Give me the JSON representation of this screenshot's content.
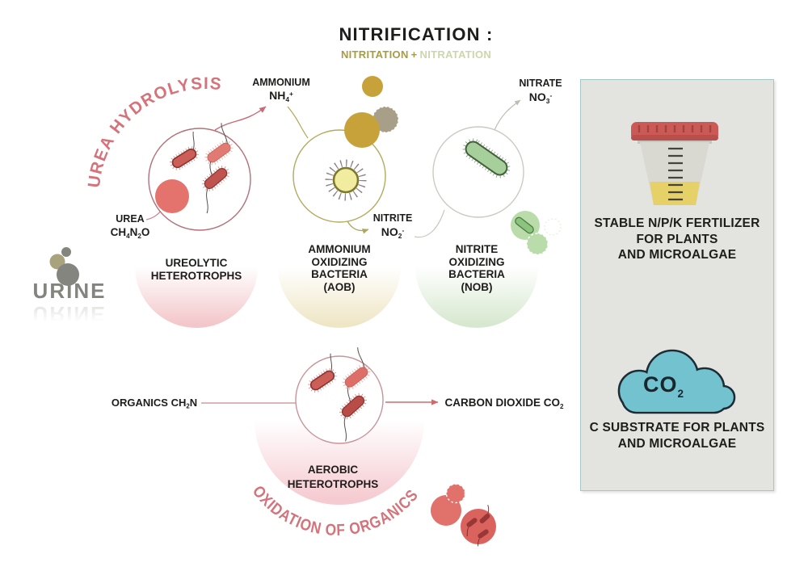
{
  "title": {
    "main": "NITRIFICATION :",
    "nitritation": "NITRITATION",
    "plus": "+",
    "nitratation": "NITRATATION"
  },
  "arcs": {
    "urea_hydrolysis": "UREA HYDROLYSIS",
    "oxidation_organics": "OXIDATION OF ORGANICS"
  },
  "urine": {
    "label": "URINE"
  },
  "labels": {
    "ammonium": "AMMONIUM",
    "nitrite_mid": "NITRITE",
    "nitrate": "NITRATE",
    "urea": "UREA",
    "organics_p1": "ORGANICS CH",
    "organics_s1": "2",
    "organics_p2": "N",
    "carbon_p1": "CARBON DIOXIDE CO",
    "carbon_s1": "2"
  },
  "formulas": {
    "nh4": {
      "base": "NH",
      "sub": "4",
      "sup": "+"
    },
    "no2": {
      "base": "NO",
      "sub": "2",
      "sup": "-"
    },
    "no3": {
      "base": "NO",
      "sub": "3",
      "sup": "-"
    },
    "urea": {
      "p1": "CH",
      "s1": "4",
      "p2": "N",
      "s2": "2",
      "p3": "O"
    }
  },
  "groups": {
    "ureolytic": [
      "UREOLYTIC",
      "HETEROTROPHS"
    ],
    "aob": [
      "AMMONIUM",
      "OXIDIZING",
      "BACTERIA",
      "(AOB)"
    ],
    "nob": [
      "NITRITE",
      "OXIDIZING",
      "BACTERIA",
      "(NOB)"
    ],
    "aerobic": [
      "AEROBIC",
      "HETEROTROPHS"
    ]
  },
  "panel": {
    "fertilizer": [
      "STABLE N/P/K FERTILIZER",
      "FOR PLANTS",
      "AND MICROALGAE"
    ],
    "substrate": [
      "C SUBSTRATE FOR PLANTS",
      "AND MICROALGAE"
    ],
    "cloud": {
      "p1": "CO",
      "s1": "2"
    }
  },
  "colors": {
    "accent_coral": "#d5737b",
    "gold_text": "#ab9b3c",
    "pale_green_text": "#cbd7a9",
    "olive_circle": "#b3ab5e",
    "rose_circle": "#b5707a",
    "gray_circle": "#cdcac2",
    "panel_border": "#a3c8c5",
    "panel_bg": "#e3e3df",
    "cloud_teal": "#72c2cf",
    "bacteria_red": "#e0716b",
    "bacteria_green": "#a6cf9c",
    "gold_cell": "#c7a23b",
    "urine_gray": "#84847e",
    "cup_lid_red": "#cb5a56",
    "cup_liquid_yellow": "#e6d169"
  }
}
